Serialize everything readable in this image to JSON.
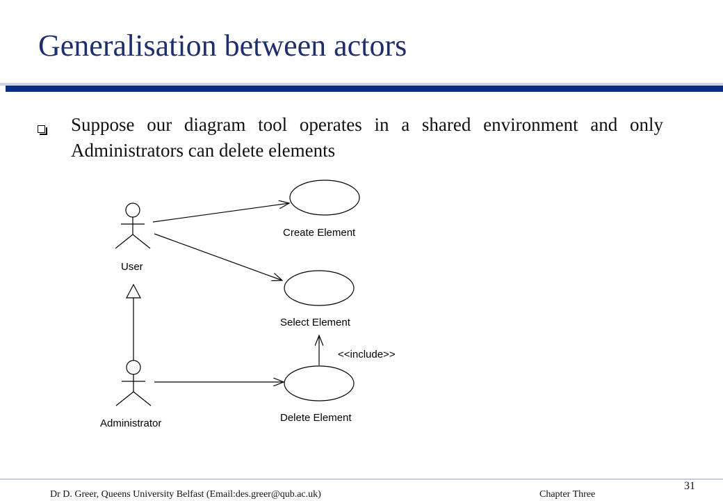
{
  "slide": {
    "title": "Generalisation between actors",
    "bullet": "Suppose our diagram tool operates in a shared environment and only Administrators can delete elements",
    "accent_color": "#0a2a8c",
    "title_color": "#1f2f6e"
  },
  "diagram": {
    "actors": {
      "user": "User",
      "administrator": "Administrator"
    },
    "use_cases": {
      "create": "Create Element",
      "select": "Select Element",
      "delete": "Delete Element"
    },
    "include_label": "<<include>>"
  },
  "footer": {
    "author": "Dr D. Greer, Queens University Belfast (Email:des.greer@qub.ac.uk)",
    "chapter": "Chapter Three",
    "page_number": "31"
  }
}
